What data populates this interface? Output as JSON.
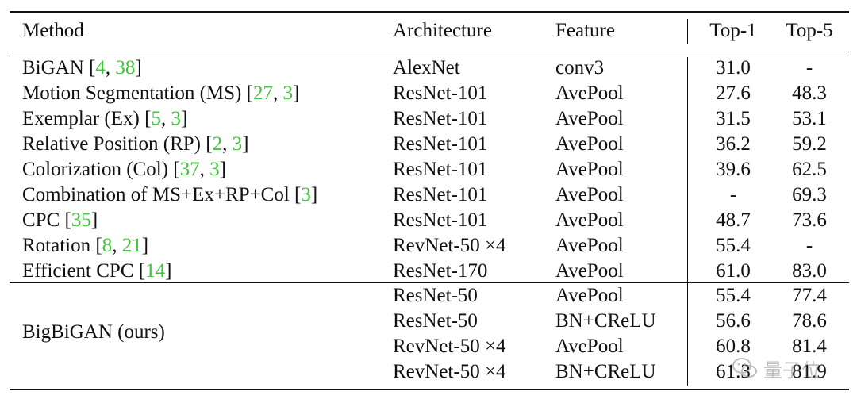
{
  "table": {
    "headers": {
      "method": "Method",
      "architecture": "Architecture",
      "feature": "Feature",
      "top1": "Top-1",
      "top5": "Top-5"
    },
    "rows": [
      {
        "method_parts": [
          {
            "t": "BiGAN ["
          },
          {
            "t": "4",
            "cite": true
          },
          {
            "t": ", "
          },
          {
            "t": "38",
            "cite": true
          },
          {
            "t": "]"
          }
        ],
        "architecture": "AlexNet",
        "feature": "conv3",
        "top1": "31.0",
        "top5": "-"
      },
      {
        "method_parts": [
          {
            "t": "Motion Segmentation (MS) ["
          },
          {
            "t": "27",
            "cite": true
          },
          {
            "t": ", "
          },
          {
            "t": "3",
            "cite": true
          },
          {
            "t": "]"
          }
        ],
        "architecture": "ResNet-101",
        "feature": "AvePool",
        "top1": "27.6",
        "top5": "48.3"
      },
      {
        "method_parts": [
          {
            "t": "Exemplar (Ex) ["
          },
          {
            "t": "5",
            "cite": true
          },
          {
            "t": ", "
          },
          {
            "t": "3",
            "cite": true
          },
          {
            "t": "]"
          }
        ],
        "architecture": "ResNet-101",
        "feature": "AvePool",
        "top1": "31.5",
        "top5": "53.1"
      },
      {
        "method_parts": [
          {
            "t": "Relative Position (RP) ["
          },
          {
            "t": "2",
            "cite": true
          },
          {
            "t": ", "
          },
          {
            "t": "3",
            "cite": true
          },
          {
            "t": "]"
          }
        ],
        "architecture": "ResNet-101",
        "feature": "AvePool",
        "top1": "36.2",
        "top5": "59.2"
      },
      {
        "method_parts": [
          {
            "t": "Colorization (Col) ["
          },
          {
            "t": "37",
            "cite": true
          },
          {
            "t": ", "
          },
          {
            "t": "3",
            "cite": true
          },
          {
            "t": "]"
          }
        ],
        "architecture": "ResNet-101",
        "feature": "AvePool",
        "top1": "39.6",
        "top5": "62.5"
      },
      {
        "method_parts": [
          {
            "t": "Combination of MS+Ex+RP+Col ["
          },
          {
            "t": "3",
            "cite": true
          },
          {
            "t": "]"
          }
        ],
        "architecture": "ResNet-101",
        "feature": "AvePool",
        "top1": "-",
        "top5": "69.3"
      },
      {
        "method_parts": [
          {
            "t": "CPC ["
          },
          {
            "t": "35",
            "cite": true
          },
          {
            "t": "]"
          }
        ],
        "architecture": "ResNet-101",
        "feature": "AvePool",
        "top1": "48.7",
        "top5": "73.6"
      },
      {
        "method_parts": [
          {
            "t": "Rotation ["
          },
          {
            "t": "8",
            "cite": true
          },
          {
            "t": ", "
          },
          {
            "t": "21",
            "cite": true
          },
          {
            "t": "]"
          }
        ],
        "architecture": "RevNet-50 ×4",
        "feature": "AvePool",
        "top1": "55.4",
        "top5": "-"
      },
      {
        "method_parts": [
          {
            "t": "Efficient CPC ["
          },
          {
            "t": "14",
            "cite": true
          },
          {
            "t": "]"
          }
        ],
        "architecture": "ResNet-170",
        "feature": "AvePool",
        "top1": "61.0",
        "top5": "83.0"
      }
    ],
    "ours": {
      "method": "BigBiGAN (ours)",
      "rows": [
        {
          "architecture": "ResNet-50",
          "feature": "AvePool",
          "top1": "55.4",
          "top5": "77.4"
        },
        {
          "architecture": "ResNet-50",
          "feature": "BN+CReLU",
          "top1": "56.6",
          "top5": "78.6"
        },
        {
          "architecture": "RevNet-50 ×4",
          "feature": "AvePool",
          "top1": "60.8",
          "top5": "81.4"
        },
        {
          "architecture": "RevNet-50 ×4",
          "feature": "BN+CReLU",
          "top1": "61.3",
          "top5": "81.9"
        }
      ]
    }
  },
  "watermark": {
    "text": "量子位",
    "icon": "wechat-icon"
  },
  "colors": {
    "citation": "#3fc43a",
    "rule": "#111111",
    "text": "#111111"
  }
}
